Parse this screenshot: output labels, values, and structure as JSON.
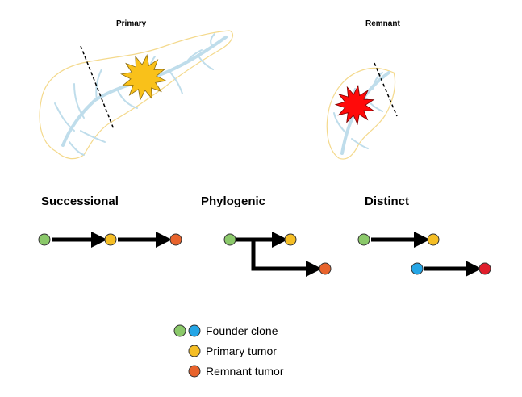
{
  "organs": {
    "primary": {
      "label": "Primary",
      "tumor_color": "#F9C11A"
    },
    "remnant": {
      "label": "Remnant",
      "tumor_color": "#FF0A0A"
    }
  },
  "models": [
    {
      "title": "Successional"
    },
    {
      "title": "Phylogenic"
    },
    {
      "title": "Distinct"
    }
  ],
  "legend": [
    {
      "label": "Founder clone",
      "colors": [
        "#8BC96A",
        "#25A6E6"
      ]
    },
    {
      "label": "Primary tumor",
      "colors": [
        "#F5BE25"
      ]
    },
    {
      "label": "Remnant tumor",
      "colors": [
        "#E8632C"
      ]
    }
  ],
  "colors": {
    "founder_green": "#8BC96A",
    "founder_blue": "#25A6E6",
    "primary": "#F5BE25",
    "remnant_orange": "#E8632C",
    "remnant_red": "#E01E2C",
    "organ_outline": "#F4D98C",
    "duct": "#BFDDEB"
  }
}
